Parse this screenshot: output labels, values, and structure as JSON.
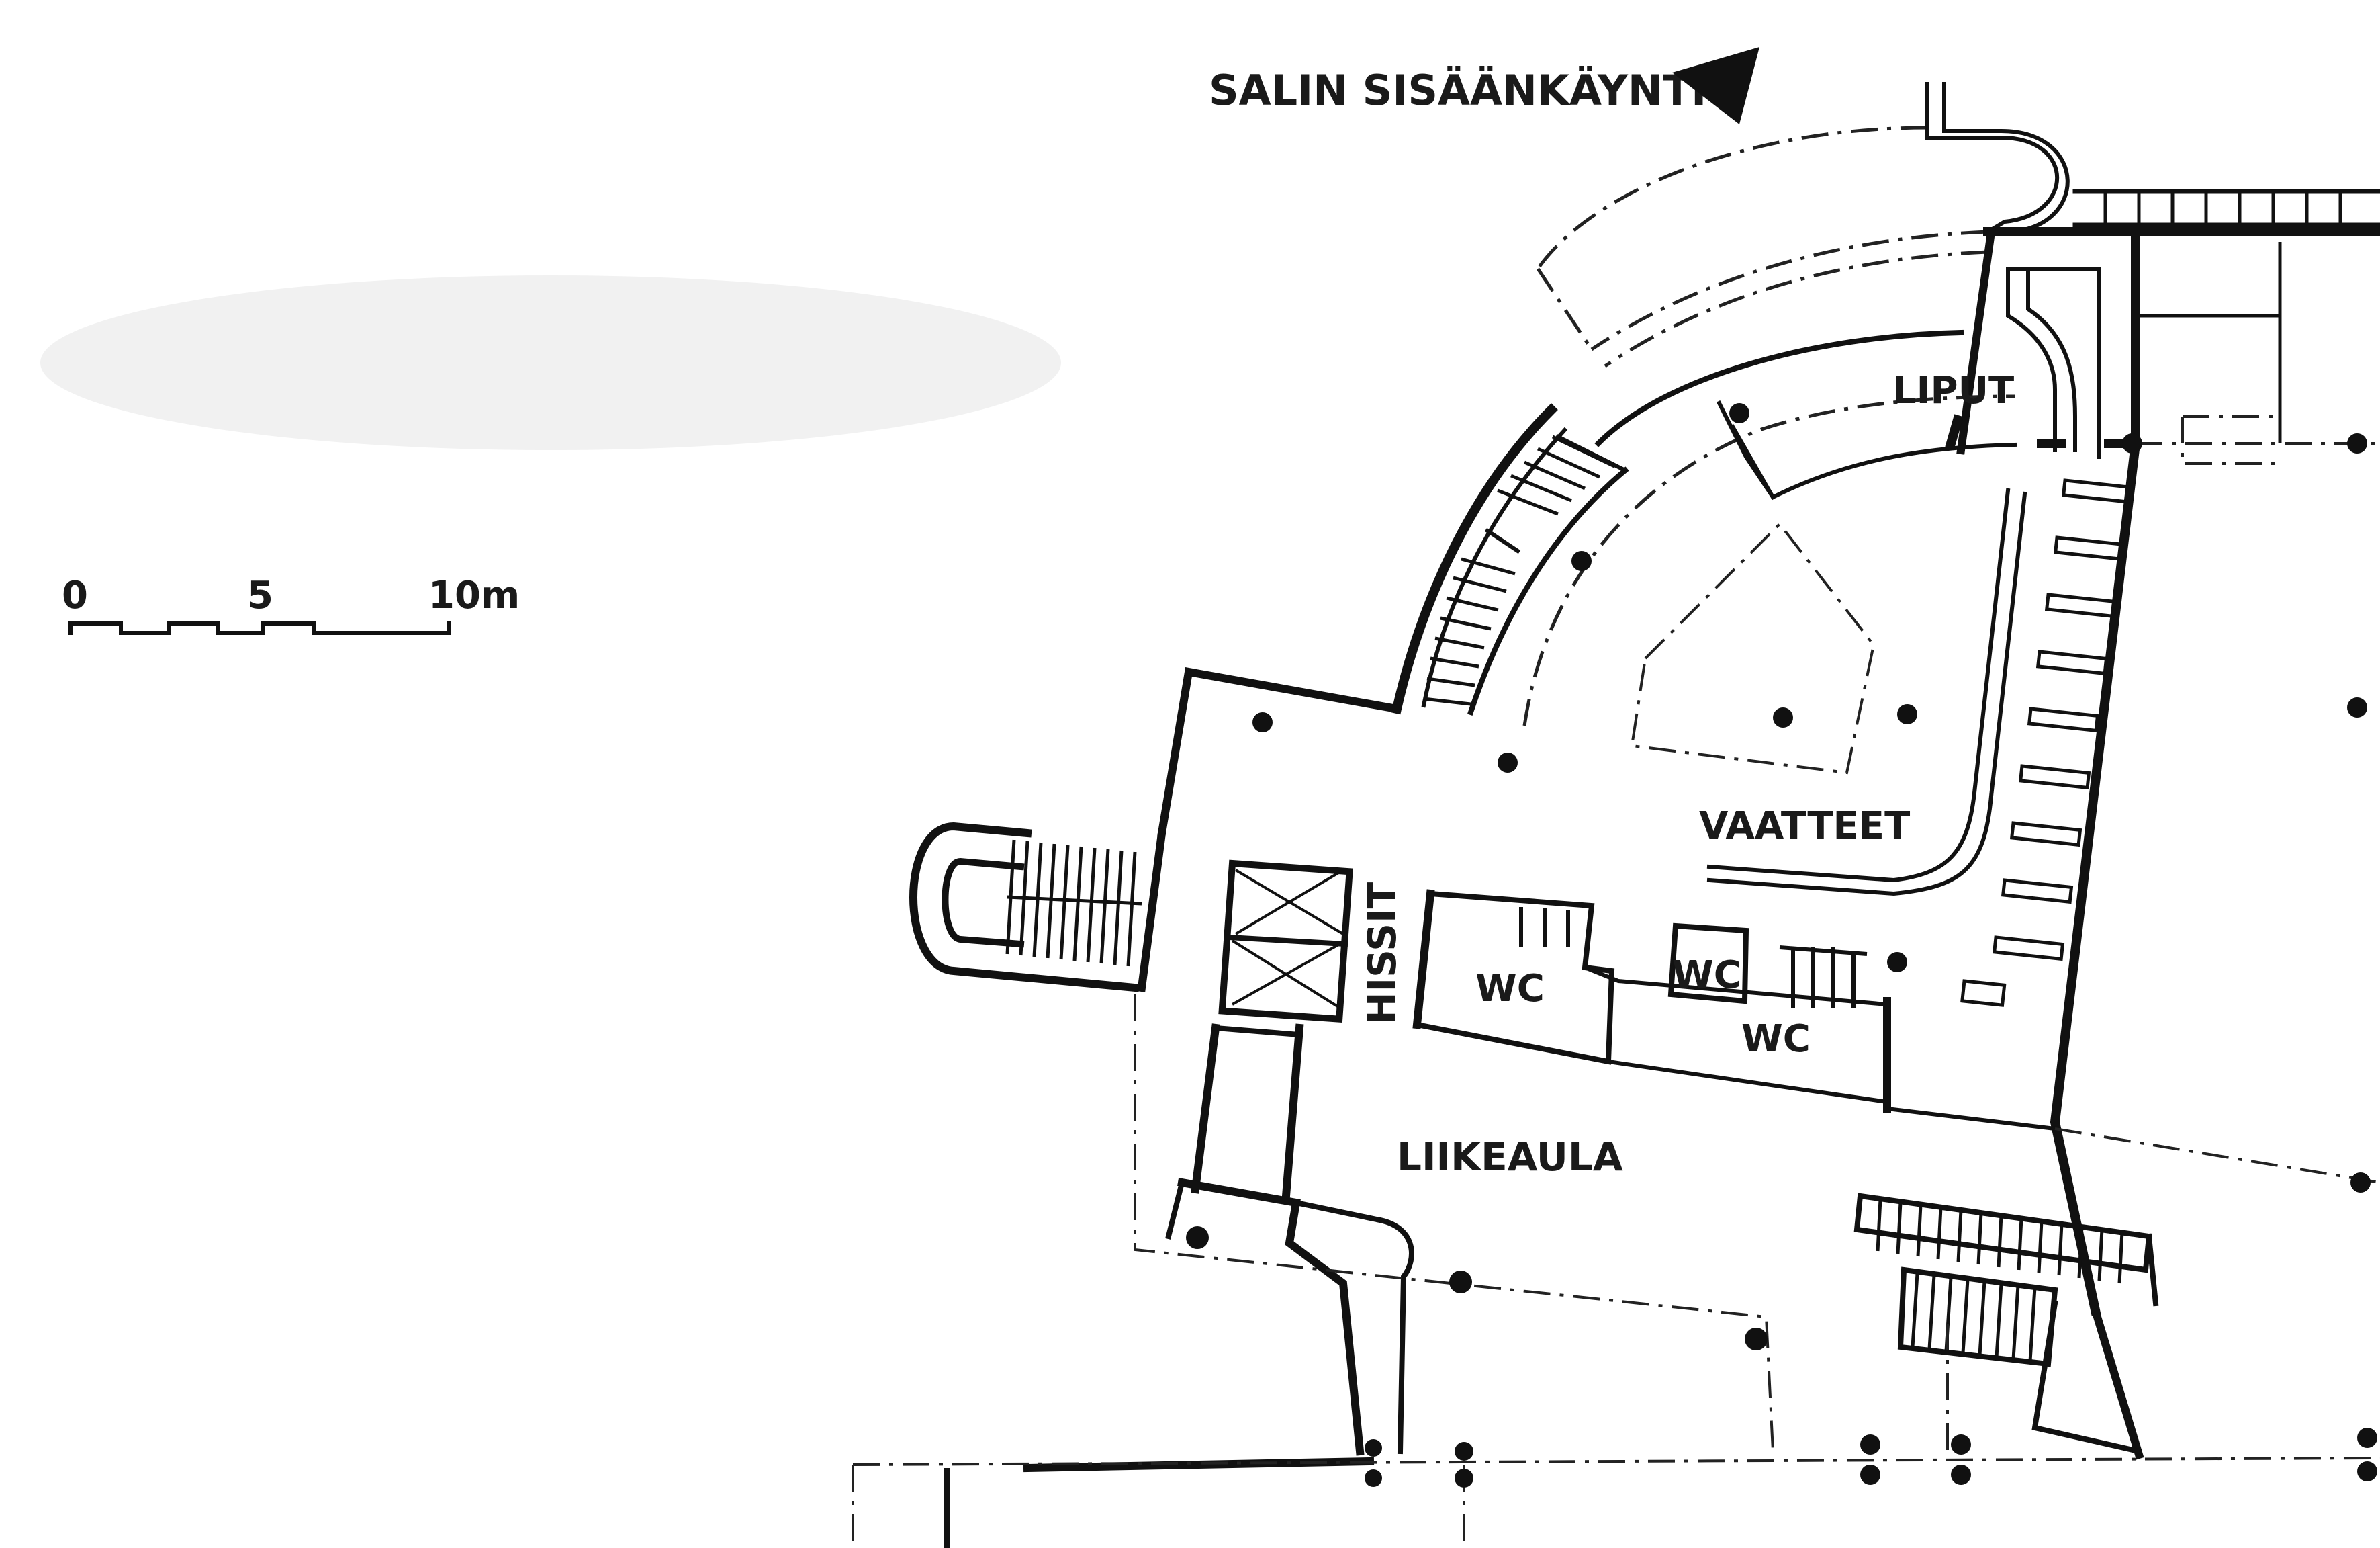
{
  "labels": {
    "entrance": "SALIN SISÄÄNKÄYNTI",
    "tickets": "LIPUT",
    "cloakroom": "VAATTEET",
    "elevators": "HISSIT",
    "wc_1": "WC",
    "wc_2": "WC",
    "wc_3": "WC",
    "shopping_hall": "LIIKEAULA"
  },
  "scale_bar": {
    "tick_0": "0",
    "tick_5": "5",
    "tick_10": "10m"
  },
  "colors": {
    "ink": "#111111",
    "paper": "#ffffff"
  }
}
